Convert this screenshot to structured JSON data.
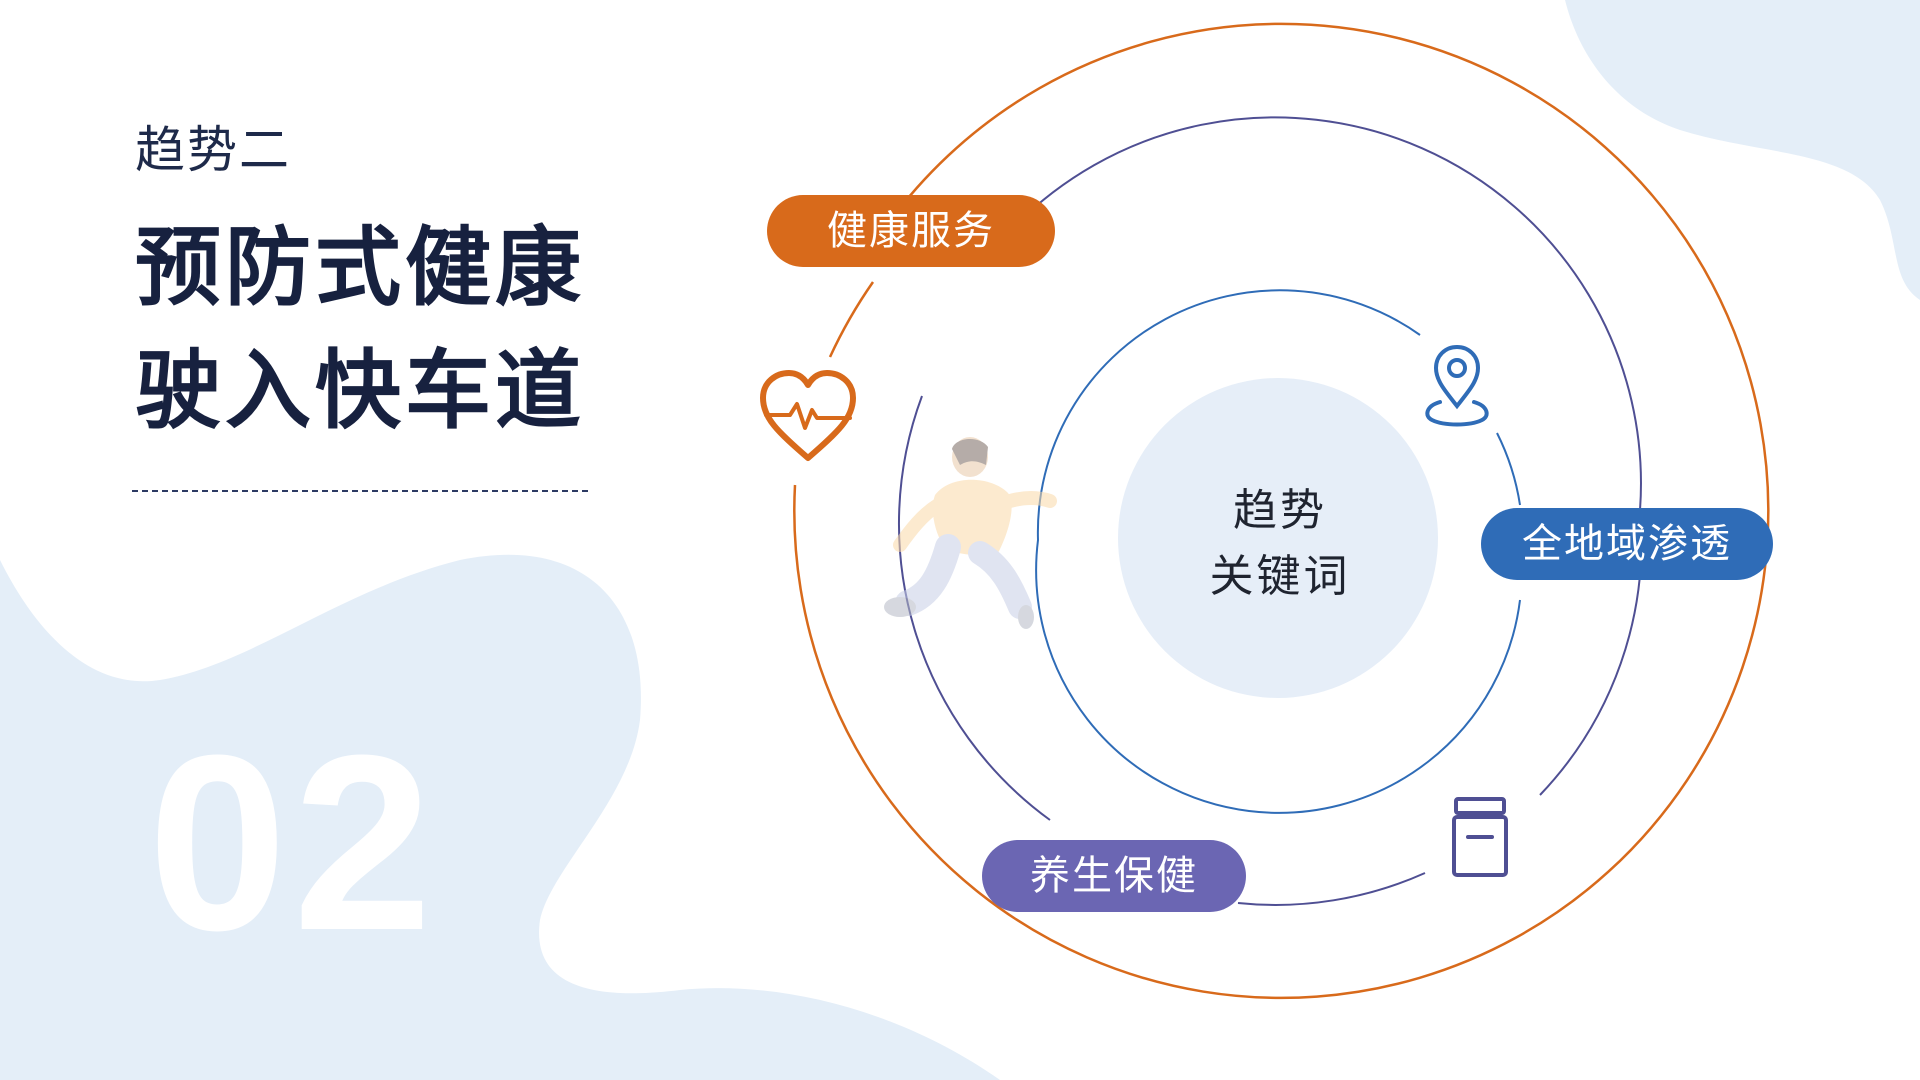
{
  "slide": {
    "subtitle": "趋势二",
    "title_line1": "预防式健康",
    "title_line2": "驶入快车道",
    "big_number": "02"
  },
  "diagram": {
    "center_line1": "趋势",
    "center_line2": "关键词",
    "keywords": [
      {
        "label": "健康服务",
        "color": "#d86a1b"
      },
      {
        "label": "全地域渗透",
        "color": "#2f6cb7"
      },
      {
        "label": "养生保健",
        "color": "#6b66b3"
      }
    ],
    "icons": [
      "heart-pulse-icon",
      "location-pin-icon",
      "medicine-bottle-icon",
      "running-person-illustration"
    ]
  },
  "colors": {
    "title": "#17213f",
    "blob": "#e4eef8",
    "outer_ring": "#d86a1b",
    "middle_ring": "#4f4f93",
    "inner_ring": "#2f6cb7",
    "center_circle": "#e6eef8"
  }
}
